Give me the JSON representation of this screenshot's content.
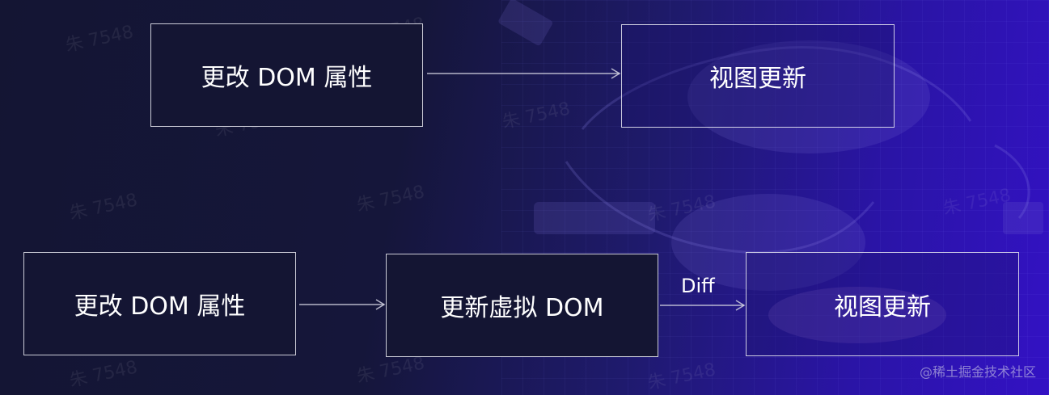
{
  "top_flow": {
    "step1": "更改 DOM 属性",
    "step2": "视图更新"
  },
  "bottom_flow": {
    "step1": "更改 DOM 属性",
    "step2": "更新虚拟 DOM",
    "edge_label": "Diff",
    "step3": "视图更新"
  },
  "watermark_text": "朱 7548",
  "credit": "@稀土掘金技术社区"
}
